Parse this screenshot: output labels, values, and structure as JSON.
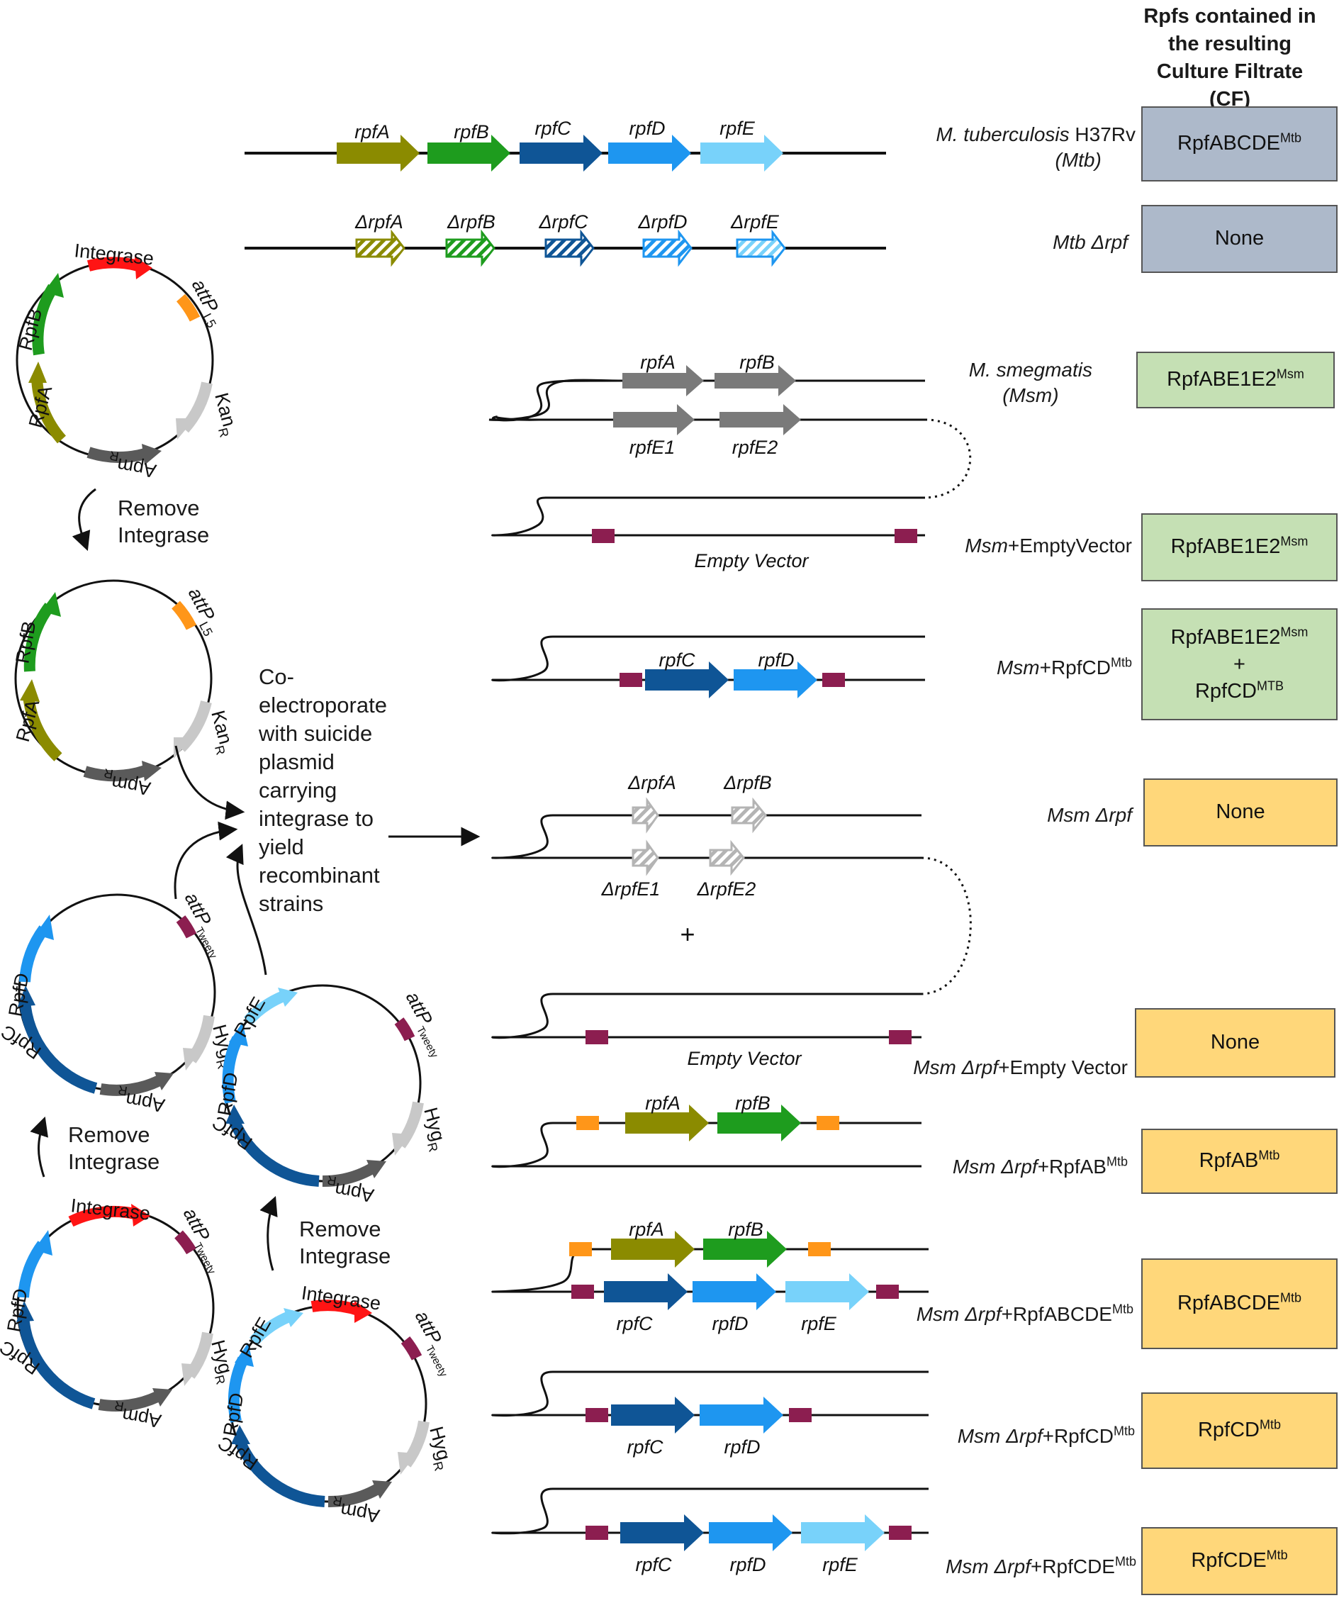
{
  "header": {
    "lines": [
      "Rpfs contained in",
      "the resulting",
      "Culture Filtrate",
      "(CF)"
    ]
  },
  "colors": {
    "rpfA": "#8b8b00",
    "rpfB": "#1e9c1e",
    "rpfC": "#0f5596",
    "rpfD": "#1e96f0",
    "rpfE": "#78d2fa",
    "msm_gene": "#7a7a7a",
    "deleted_msm": "#b4b4b4",
    "attL5": "#ff9619",
    "attTweety": "#8c1e50",
    "integrase": "#ff1414",
    "kanR": "#c8c8c8",
    "apmR": "#5a5a5a",
    "box_gray": "#adb9ca",
    "box_green": "#c5e0b4",
    "box_yellow": "#ffd77a"
  },
  "genome_labels": {
    "mtb_wt": [
      "rpfA",
      "rpfB",
      "rpfC",
      "rpfD",
      "rpfE"
    ],
    "mtb_del": [
      "ΔrpfA",
      "ΔrpfB",
      "ΔrpfC",
      "ΔrpfD",
      "ΔrpfE"
    ],
    "msm_top": [
      "rpfA",
      "rpfB"
    ],
    "msm_bottom": [
      "rpfE1",
      "rpfE2"
    ],
    "msm_del_top": [
      "ΔrpfA",
      "ΔrpfB"
    ],
    "msm_del_bottom": [
      "ΔrpfE1",
      "ΔrpfE2"
    ],
    "empty_vector": "Empty Vector",
    "plus": "+",
    "cd": [
      "rpfC",
      "rpfD"
    ],
    "ab": [
      "rpfA",
      "rpfB"
    ],
    "cde": [
      "rpfC",
      "rpfD",
      "rpfE"
    ]
  },
  "plasmid_labels": {
    "integrase": "Integrase",
    "attP": "attP",
    "attP_sub_l5": "L5",
    "attP_sub_tweety": "Tweety",
    "rpfA": "RpfA",
    "rpfB": "RpfB",
    "rpfC": "RpfC",
    "rpfD": "RpfD",
    "rpfE": "RpfE",
    "kan": "Kan",
    "hyg": "Hyg",
    "apm": "Apm",
    "resist_sub": "R"
  },
  "steps": {
    "remove_integrase": [
      "Remove",
      "Integrase"
    ],
    "coelectroporate": [
      "Co-",
      "electroporate",
      "with suicide",
      "plasmid",
      "carrying",
      "integrase to",
      "yield",
      "recombinant",
      "strains"
    ]
  },
  "rows": [
    {
      "strain_main": "M. tuberculosis",
      "strain_rest": " H37Rv",
      "strain_line2": "(Mtb)",
      "cf": "RpfABCDE",
      "cf_sup": "Mtb"
    },
    {
      "strain_main": "Mtb Δrpf",
      "cf": "None"
    },
    {
      "strain_main": "M. smegmatis",
      "strain_line2": "(Msm)",
      "cf": "RpfABE1E2",
      "cf_sup": "Msm"
    },
    {
      "strain_main": "Msm",
      "strain_rest": "+EmptyVector",
      "cf": "RpfABE1E2",
      "cf_sup": "Msm"
    },
    {
      "strain_main": "Msm",
      "strain_rest": "+RpfCD",
      "strain_sup": "Mtb",
      "cf": "RpfABE1E2",
      "cf_sup": "Msm",
      "cf_plus": "+",
      "cf2": "RpfCD",
      "cf2_sup": "MTB"
    },
    {
      "strain_main": "Msm Δrpf",
      "cf": "None"
    },
    {
      "strain_main": "Msm Δrpf",
      "strain_rest": "+Empty Vector",
      "cf": "None"
    },
    {
      "strain_main": "Msm Δrpf",
      "strain_rest": "+RpfAB",
      "strain_sup": "Mtb",
      "cf": "RpfAB",
      "cf_sup": "Mtb"
    },
    {
      "strain_main": "Msm Δrpf",
      "strain_rest": "+RpfABCDE",
      "strain_sup": "Mtb",
      "cf": "RpfABCDE",
      "cf_sup": "Mtb"
    },
    {
      "strain_main": "Msm Δrpf",
      "strain_rest": "+RpfCD",
      "strain_sup": "Mtb",
      "cf": "RpfCD",
      "cf_sup": "Mtb"
    },
    {
      "strain_main": "Msm Δrpf",
      "strain_rest": "+RpfCDE",
      "strain_sup": "Mtb",
      "cf": "RpfCDE",
      "cf_sup": "Mtb"
    }
  ]
}
